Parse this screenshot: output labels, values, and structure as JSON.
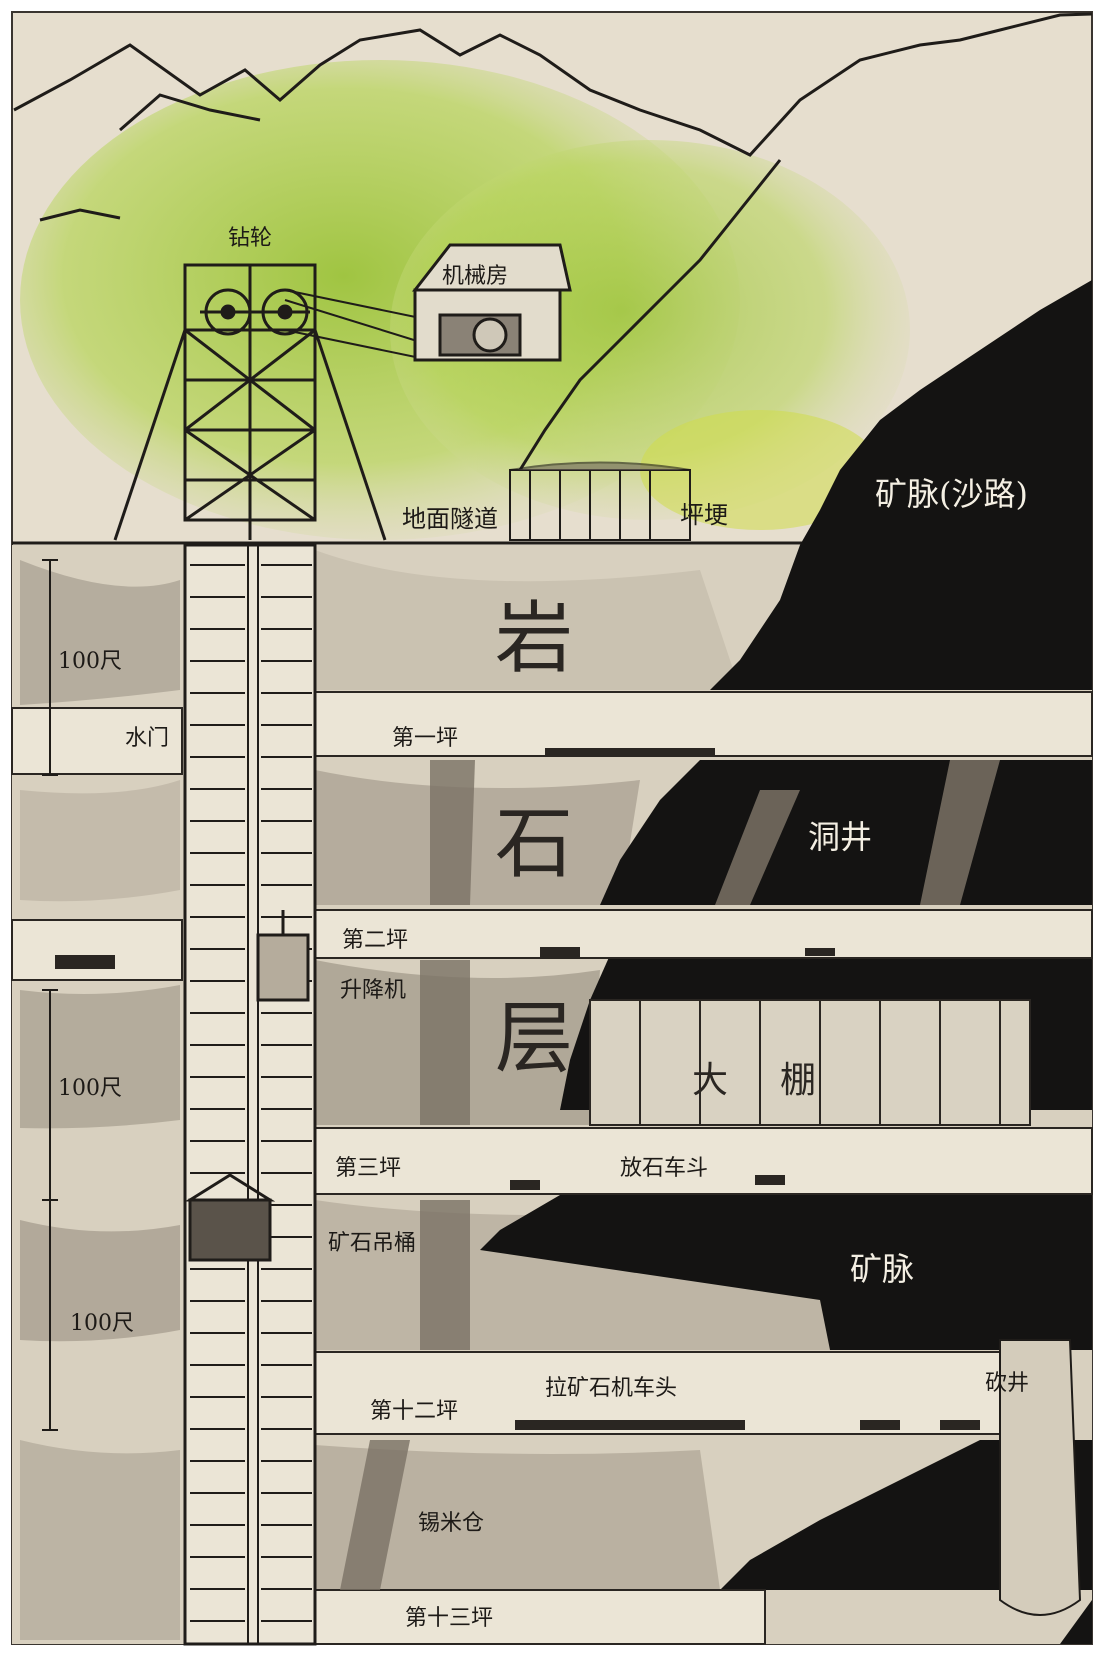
{
  "labels": {
    "winding_wheel": "钻轮",
    "machine_room": "机械房",
    "ground_tunnel": "地面隧道",
    "pingeng": "坪埂",
    "ore_vein_sand": "矿脉(沙路)",
    "rock_char1": "岩",
    "rock_char2": "石",
    "rock_char3": "层",
    "level1": "第一坪",
    "level2": "第二坪",
    "level3": "第三坪",
    "level12": "第十二坪",
    "level13": "第十三坪",
    "water_gate": "水门",
    "hole_shaft": "洞井",
    "elevator": "升降机",
    "big_shed_1": "大",
    "big_shed_2": "棚",
    "ore_cart": "放石车斗",
    "ore_bucket": "矿石吊桶",
    "ore_vein": "矿脉",
    "locomotive": "拉矿石机车头",
    "chop_well": "砍井",
    "tin_silo": "锡米仓",
    "dist1": "100尺",
    "dist2": "100尺",
    "dist3": "100尺"
  },
  "colors": {
    "paper": "#e6dece",
    "rock_wash": "#b9b0a1",
    "ore_black": "#141312",
    "ink": "#2a2622",
    "green_wash": "#a9c94a",
    "tunnel_light": "#ebe5d6"
  }
}
